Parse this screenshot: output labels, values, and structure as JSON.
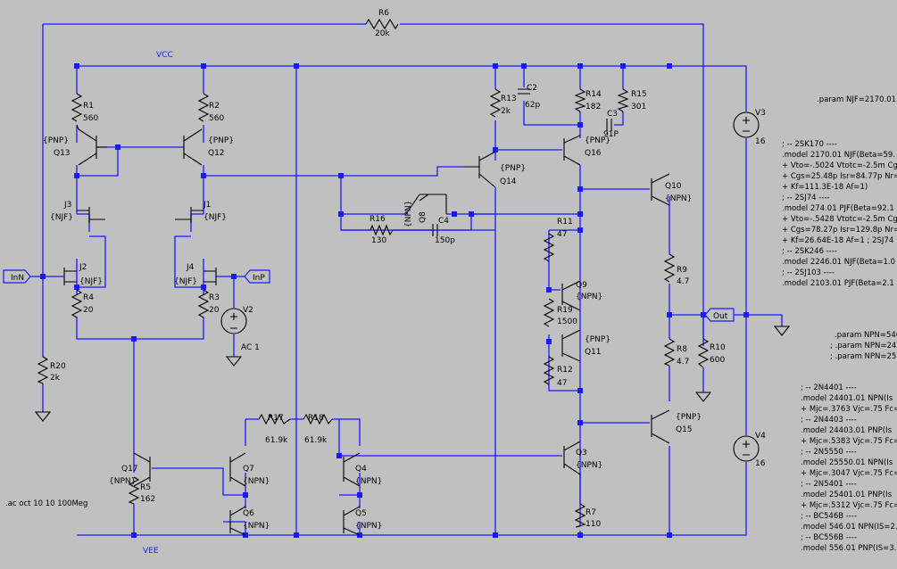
{
  "nets": {
    "vcc": "VCC",
    "vee": "VEE"
  },
  "ports": {
    "inn": "InN",
    "inp": "InP",
    "out": "Out"
  },
  "resistors": [
    {
      "ref": "R6",
      "value": "20k"
    },
    {
      "ref": "R1",
      "value": "560"
    },
    {
      "ref": "R2",
      "value": "560"
    },
    {
      "ref": "R13",
      "value": "2k"
    },
    {
      "ref": "R14",
      "value": "182"
    },
    {
      "ref": "R15",
      "value": "301"
    },
    {
      "ref": "R16",
      "value": "130"
    },
    {
      "ref": "R11",
      "value": "47"
    },
    {
      "ref": "R19",
      "value": "1500"
    },
    {
      "ref": "R12",
      "value": "47"
    },
    {
      "ref": "R4",
      "value": "20"
    },
    {
      "ref": "R3",
      "value": "20"
    },
    {
      "ref": "R20",
      "value": "2k"
    },
    {
      "ref": "R9",
      "value": "4.7"
    },
    {
      "ref": "R8",
      "value": "4.7"
    },
    {
      "ref": "R10",
      "value": "600"
    },
    {
      "ref": "R17",
      "value": "61.9k"
    },
    {
      "ref": "R18",
      "value": "61.9k"
    },
    {
      "ref": "R5",
      "value": "162"
    },
    {
      "ref": "R7",
      "value": "110"
    }
  ],
  "capacitors": [
    {
      "ref": "C2",
      "value": "62p"
    },
    {
      "ref": "C3",
      "value": "91P"
    },
    {
      "ref": "C4",
      "value": "150p"
    }
  ],
  "transistors": [
    {
      "ref": "Q13",
      "type": "{PNP}"
    },
    {
      "ref": "Q12",
      "type": "{PNP}"
    },
    {
      "ref": "Q14",
      "type": "{PNP}"
    },
    {
      "ref": "Q16",
      "type": "{PNP}"
    },
    {
      "ref": "Q10",
      "type": "{NPN}"
    },
    {
      "ref": "Q8",
      "type": "{NPN}"
    },
    {
      "ref": "Q9",
      "type": "{NPN}"
    },
    {
      "ref": "Q11",
      "type": "{PNP}"
    },
    {
      "ref": "Q15",
      "type": "{PNP}"
    },
    {
      "ref": "Q3",
      "type": "{NPN}"
    },
    {
      "ref": "Q17",
      "type": "{NPN}"
    },
    {
      "ref": "Q7",
      "type": "{NPN}"
    },
    {
      "ref": "Q6",
      "type": "{NPN}"
    },
    {
      "ref": "Q4",
      "type": "{NPN}"
    },
    {
      "ref": "Q5",
      "type": "{NPN}"
    }
  ],
  "jfets": [
    {
      "ref": "J3",
      "type": "{NJF}"
    },
    {
      "ref": "J1",
      "type": "{NJF}"
    },
    {
      "ref": "J2",
      "type": "{NJF}"
    },
    {
      "ref": "J4",
      "type": "{NJF}"
    }
  ],
  "sources": [
    {
      "ref": "V2",
      "value": "AC 1"
    },
    {
      "ref": "V3",
      "value": "16"
    },
    {
      "ref": "V4",
      "value": "16"
    }
  ],
  "directive_ac": ".ac oct 10 10 100Meg",
  "param_njf": ".param NJF=2170.01",
  "models_jfet": [
    "; -- 2SK170 ----",
    ".model 2170.01 NJF(Beta=59.",
    "+ Vto=-.5024 Vtotc=-2.5m Cgc",
    "+ Cgs=25.48p Isr=84.77p Nr=",
    "+ Kf=111.3E-18 Af=1)",
    "; -- 2SJ74 ----",
    ".model 274.01 PJF(Beta=92.1",
    "+ Vto=-.5428 Vtotc=-2.5m Cgc",
    "+ Cgs=78.27p Isr=129.8p Nr=",
    "+ Kf=26.64E-18 Af=1  ; 2SJ74",
    "; -- 2SK246 ----",
    ".model 2246.01 NJF(Beta=1.0",
    "; -- 2SJ103 ----",
    ".model 2103.01 PJF(Beta=2.1"
  ],
  "params_bjt": [
    ".param NPN=546",
    "; .param NPN=24",
    "; .param NPN=25"
  ],
  "models_bjt": [
    "; -- 2N4401 ----",
    ".model 24401.01   NPN(Is",
    "+ Mjc=.3763 Vjc=.75 Fc=.",
    "; -- 2N4403 ----",
    ".model 24403.01   PNP(Is",
    "+ Mjc=.5383 Vjc=.75 Fc=.",
    "; -- 2N5550 ----",
    ".model 25550.01   NPN(Is",
    "+ Mjc=.3047 Vjc=.75 Fc=.",
    "; -- 2N5401 ----",
    ".model 25401.01   PNP(Is",
    "+ Mjc=.5312 Vjc=.75 Fc=.",
    "; -- BC546B ----",
    ".model 546.01 NPN(IS=2.",
    "; -- BC556B ----",
    ".model 556.01 PNP(IS=3."
  ],
  "colors": {
    "wire": "#1a1aff",
    "background": "#c0c0c0",
    "device": "#000000"
  }
}
